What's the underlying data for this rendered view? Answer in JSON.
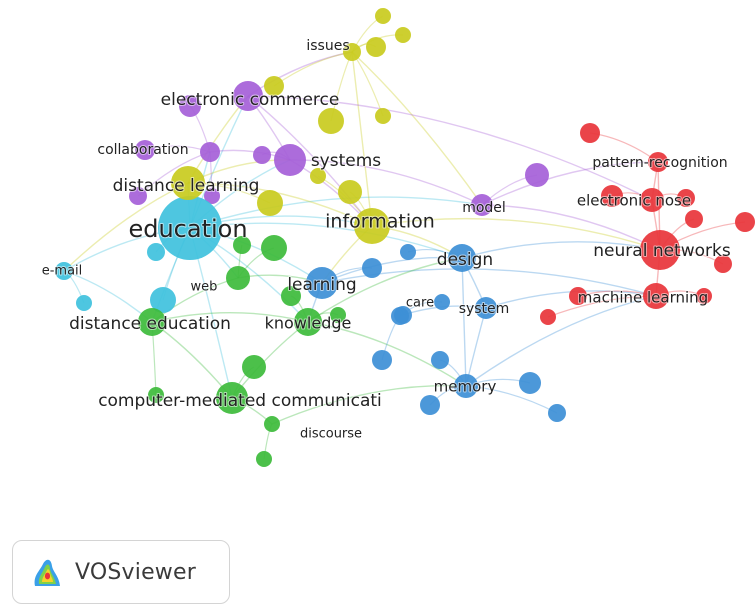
{
  "app": {
    "name": "VOSviewer"
  },
  "clusters": {
    "red": "#e8343a",
    "green": "#3dbb3b",
    "blue": "#3d8fd6",
    "yellow": "#c9cb1e",
    "purple": "#a55fd8",
    "cyan": "#3fc1dd"
  },
  "nodes": [
    {
      "id": "education",
      "label": "education",
      "cluster": "cyan",
      "weight": 100
    },
    {
      "id": "distance-education",
      "label": "distance education",
      "cluster": "green",
      "weight": 40
    },
    {
      "id": "e-mail",
      "label": "e-mail",
      "cluster": "cyan",
      "weight": 12
    },
    {
      "id": "distance-learning",
      "label": "distance learning",
      "cluster": "yellow",
      "weight": 38
    },
    {
      "id": "collaboration",
      "label": "collaboration",
      "cluster": "purple",
      "weight": 14
    },
    {
      "id": "electronic-commerce",
      "label": "electronic commerce",
      "cluster": "purple",
      "weight": 30
    },
    {
      "id": "issues",
      "label": "issues",
      "cluster": "yellow",
      "weight": 10
    },
    {
      "id": "systems",
      "label": "systems",
      "cluster": "purple",
      "weight": 30
    },
    {
      "id": "information",
      "label": "information",
      "cluster": "yellow",
      "weight": 42
    },
    {
      "id": "model",
      "label": "model",
      "cluster": "purple",
      "weight": 18
    },
    {
      "id": "design",
      "label": "design",
      "cluster": "blue",
      "weight": 30
    },
    {
      "id": "learning",
      "label": "learning",
      "cluster": "blue",
      "weight": 34
    },
    {
      "id": "web",
      "label": "web",
      "cluster": "green",
      "weight": 20
    },
    {
      "id": "knowledge",
      "label": "knowledge",
      "cluster": "green",
      "weight": 28
    },
    {
      "id": "care",
      "label": "care",
      "cluster": "blue",
      "weight": 12
    },
    {
      "id": "system",
      "label": "system",
      "cluster": "blue",
      "weight": 18
    },
    {
      "id": "memory",
      "label": "memory",
      "cluster": "blue",
      "weight": 22
    },
    {
      "id": "computer-mediated-communication",
      "label": "computer-mediated communicati",
      "cluster": "green",
      "weight": 34
    },
    {
      "id": "discourse",
      "label": "discourse",
      "cluster": "green",
      "weight": 10
    },
    {
      "id": "pattern-recognition",
      "label": "pattern-recognition",
      "cluster": "red",
      "weight": 16
    },
    {
      "id": "electronic-nose",
      "label": "electronic nose",
      "cluster": "red",
      "weight": 22
    },
    {
      "id": "neural-networks",
      "label": "neural networks",
      "cluster": "red",
      "weight": 44
    },
    {
      "id": "machine-learning",
      "label": "machine learning",
      "cluster": "red",
      "weight": 24
    }
  ]
}
